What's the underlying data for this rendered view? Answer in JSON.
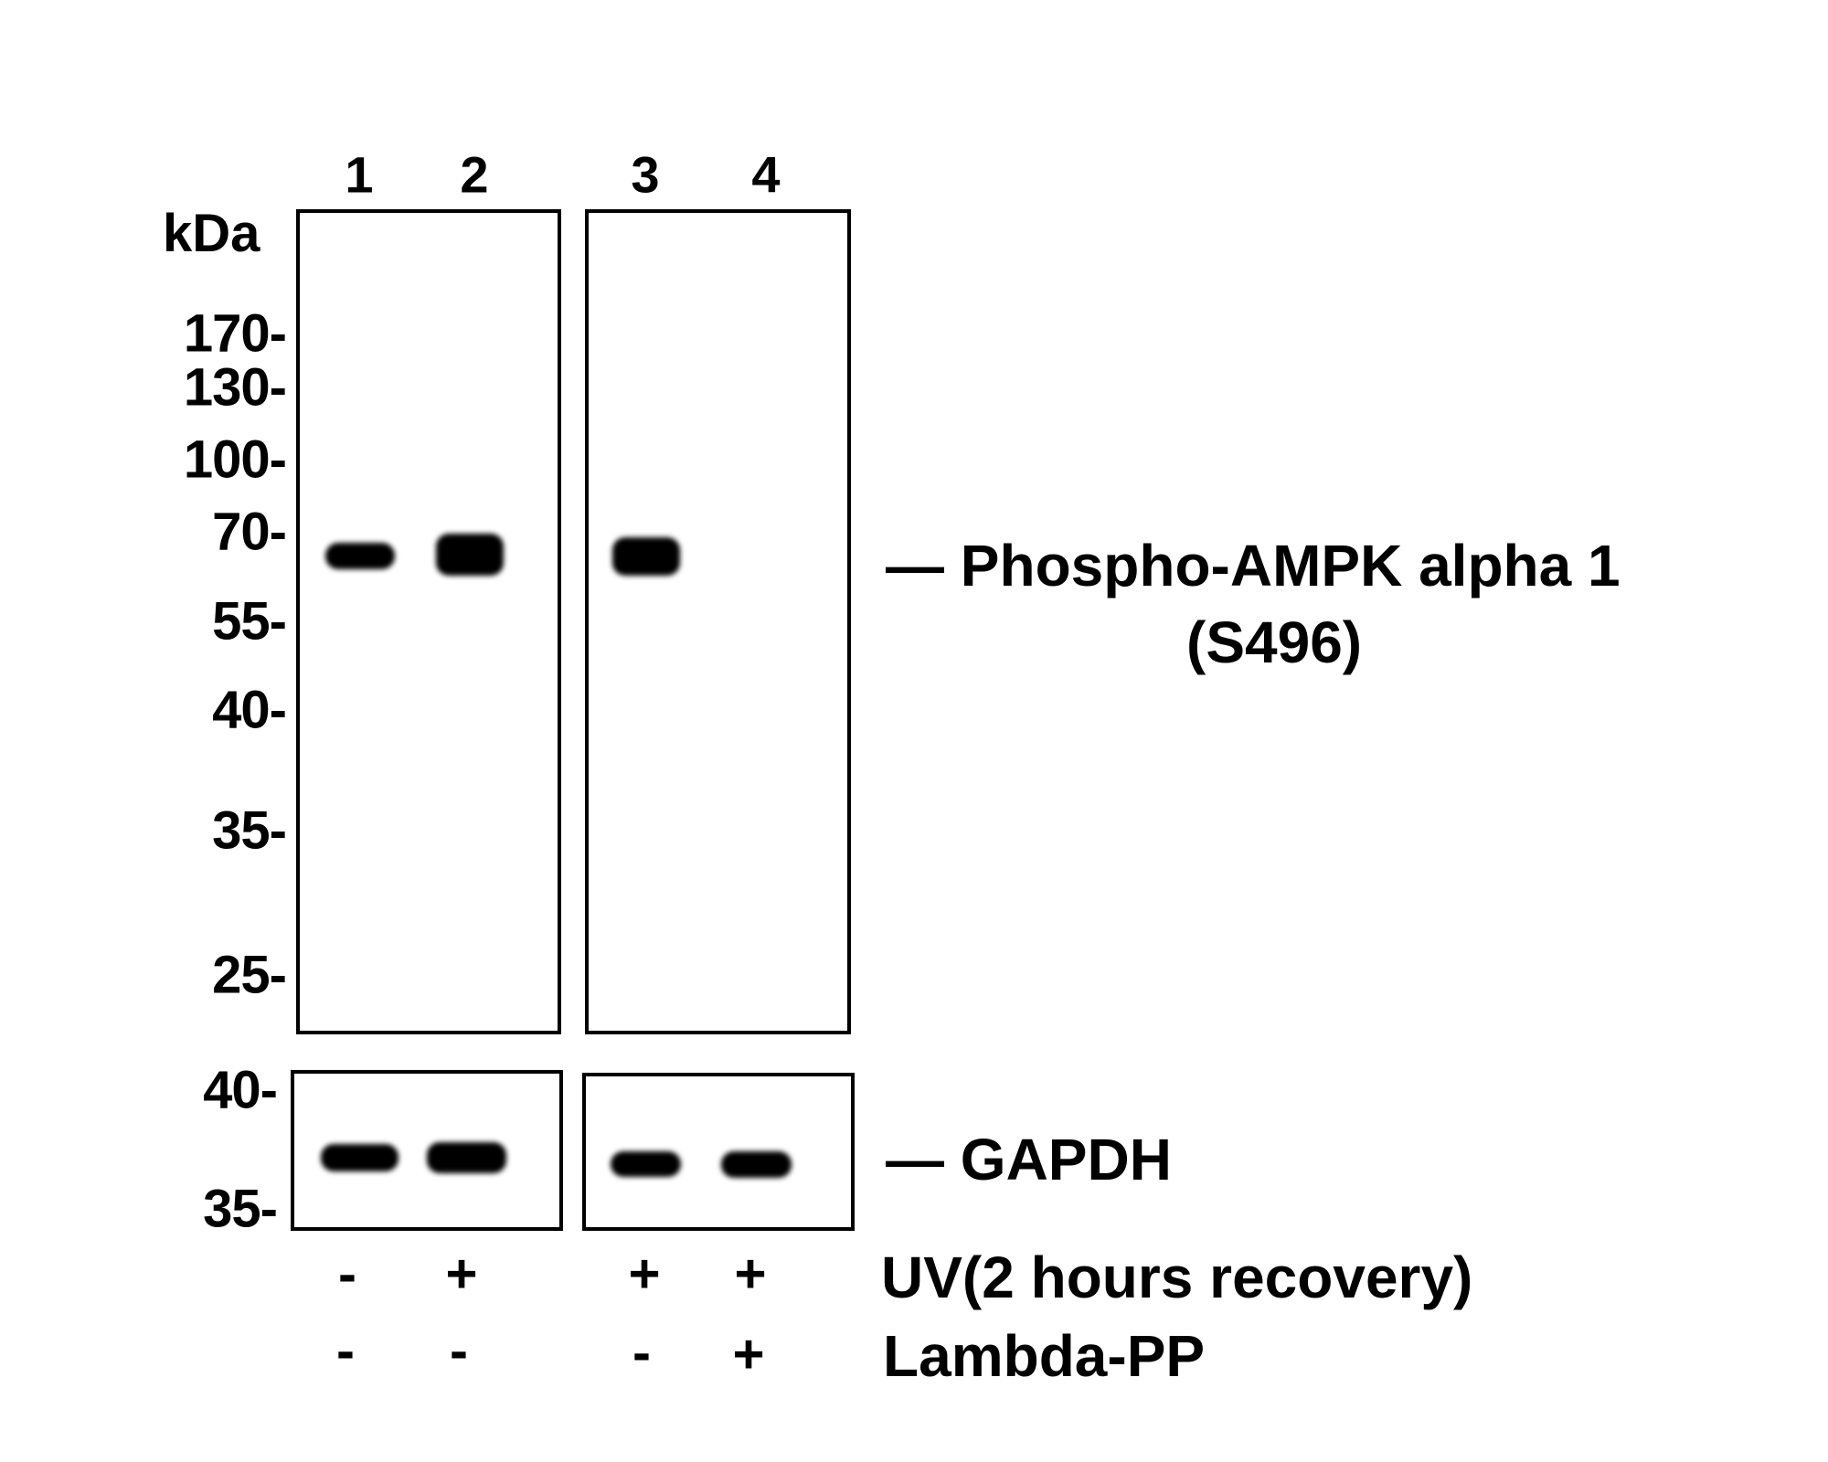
{
  "lanes": [
    "1",
    "2",
    "3",
    "4"
  ],
  "unit_label": "kDa",
  "top_markers": [
    "170-",
    "130-",
    "100-",
    "70-",
    "55-",
    "40-",
    "35-",
    "25-"
  ],
  "bottom_markers": [
    "40-",
    "35-"
  ],
  "top_target": {
    "line1": "— Phospho-AMPK alpha 1",
    "line2": "(S496)"
  },
  "bottom_target": "— GAPDH",
  "conditions": [
    {
      "label": "UV(2 hours recovery)",
      "signs": [
        "-",
        "+",
        "+",
        "+"
      ]
    },
    {
      "label": "Lambda-PP",
      "signs": [
        "-",
        "-",
        "-",
        "+"
      ]
    }
  ]
}
